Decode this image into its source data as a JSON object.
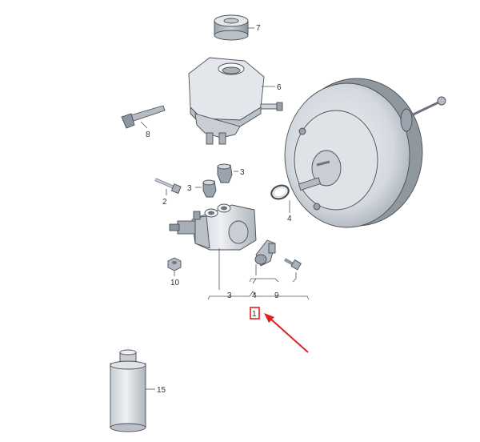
{
  "callouts": {
    "p7": "7",
    "p6": "6",
    "p8": "8",
    "p3a": "3",
    "p3b": "3",
    "p2": "2",
    "p4": "4",
    "p10": "10",
    "g3": "3",
    "g4": "4",
    "g9": "9",
    "p1": "1",
    "p15": "15"
  },
  "colors": {
    "part_fill": "#d9dde2",
    "part_shade": "#b9c0c8",
    "part_dark": "#8d959e",
    "outline": "#4a4f55",
    "highlight": "#e02020"
  }
}
